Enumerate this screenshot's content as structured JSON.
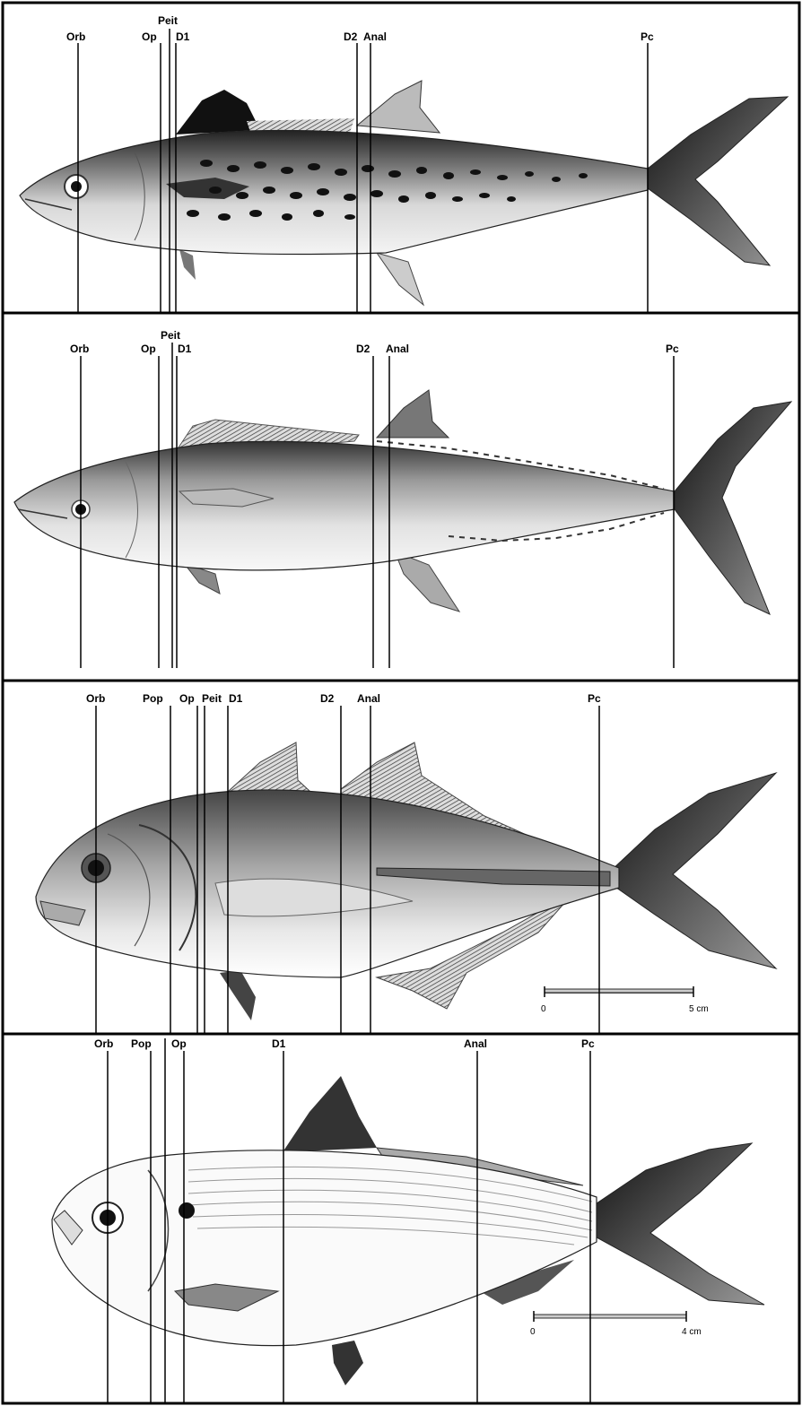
{
  "panels": [
    {
      "id": "panel-1",
      "markers": [
        {
          "label": "Orb"
        },
        {
          "label": "Op"
        },
        {
          "label": "Peit"
        },
        {
          "label": "D1"
        },
        {
          "label": "D2"
        },
        {
          "label": "Anal"
        },
        {
          "label": "Pc"
        }
      ]
    },
    {
      "id": "panel-2",
      "markers": [
        {
          "label": "Orb"
        },
        {
          "label": "Op"
        },
        {
          "label": "Peit"
        },
        {
          "label": "D1"
        },
        {
          "label": "D2"
        },
        {
          "label": "Anal"
        },
        {
          "label": "Pc"
        }
      ]
    },
    {
      "id": "panel-3",
      "markers": [
        {
          "label": "Orb"
        },
        {
          "label": "Pop"
        },
        {
          "label": "Op"
        },
        {
          "label": "Peit"
        },
        {
          "label": "D1"
        },
        {
          "label": "D2"
        },
        {
          "label": "Anal"
        },
        {
          "label": "Pc"
        }
      ],
      "scale": {
        "start": "0",
        "end": "5 cm"
      }
    },
    {
      "id": "panel-4",
      "markers": [
        {
          "label": "Orb"
        },
        {
          "label": "Pop"
        },
        {
          "label": "Op"
        },
        {
          "label": "D1"
        },
        {
          "label": "Anal"
        },
        {
          "label": "Pc"
        }
      ],
      "scale": {
        "start": "0",
        "end": "4 cm"
      }
    }
  ],
  "colors": {
    "ink": "#000000",
    "panel_bg": "#ffffff",
    "spot": "#111111"
  }
}
